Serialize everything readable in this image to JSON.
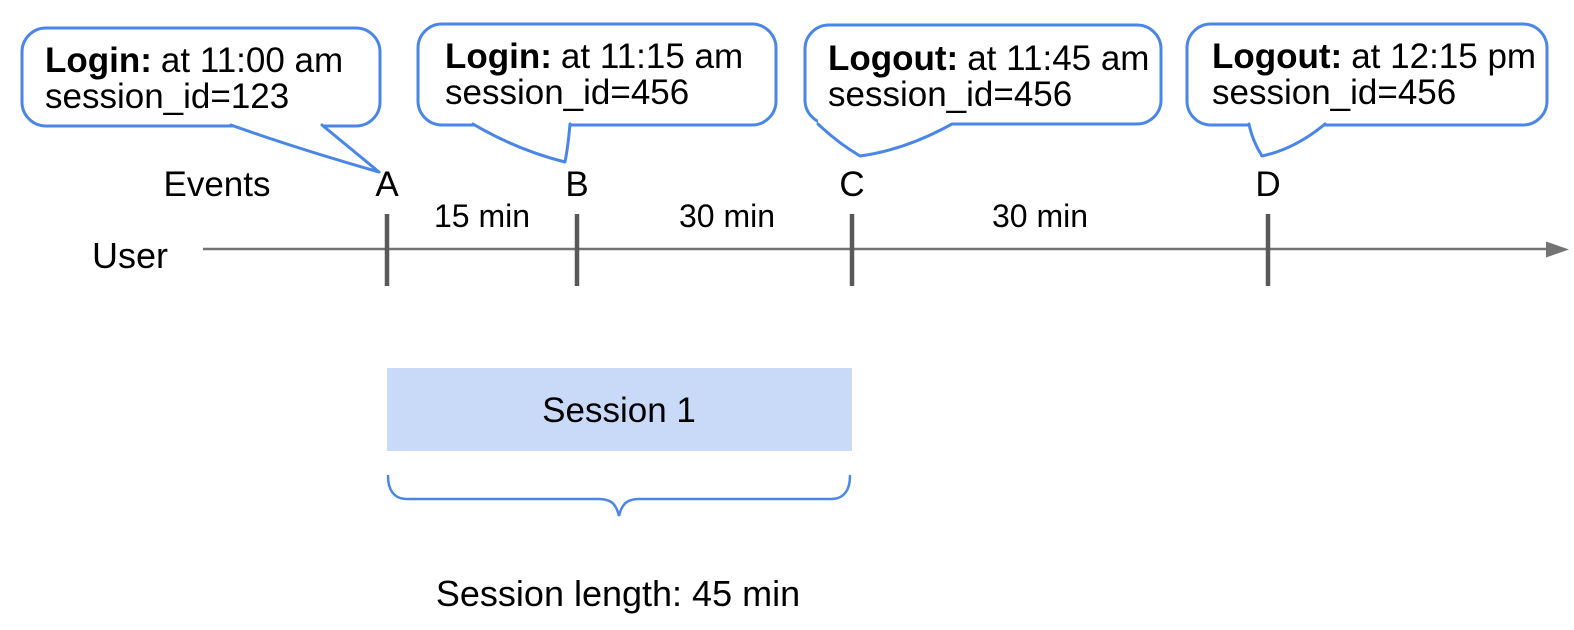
{
  "colors": {
    "accent_blue": "#4a86e8",
    "session_fill": "#c9daf8",
    "axis_gray": "#737373",
    "tick_gray": "#595959",
    "text_black": "#000000"
  },
  "bubbles": [
    {
      "title": "Login:",
      "time": "at 11:00 am",
      "session": "session_id=123"
    },
    {
      "title": "Login:",
      "time": "at 11:15 am",
      "session": "session_id=456"
    },
    {
      "title": "Logout:",
      "time": "at 11:45 am",
      "session": "session_id=456"
    },
    {
      "title": "Logout:",
      "time": "at 12:15 pm",
      "session": "session_id=456"
    }
  ],
  "timeline": {
    "events_label": "Events",
    "user_label": "User",
    "event_markers": [
      "A",
      "B",
      "C",
      "D"
    ],
    "intervals": [
      "15 min",
      "30 min",
      "30 min"
    ]
  },
  "session": {
    "box_label": "Session 1",
    "length_label": "Session length: 45 min"
  }
}
